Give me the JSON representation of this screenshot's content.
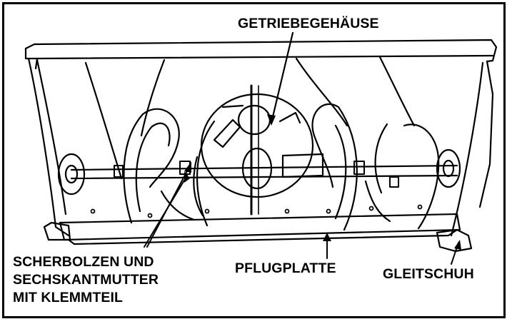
{
  "labels": {
    "gearbox": "GETRIEBEGEHÄUSE",
    "shear_bolt": {
      "line1": "SCHERBOLZEN UND",
      "line2": "SECHSKANTMUTTER",
      "line3": "MIT KLEMMTEIL"
    },
    "plow_plate": "PFLUGPLATTE",
    "skid_shoe": "GLEITSCHUH"
  }
}
